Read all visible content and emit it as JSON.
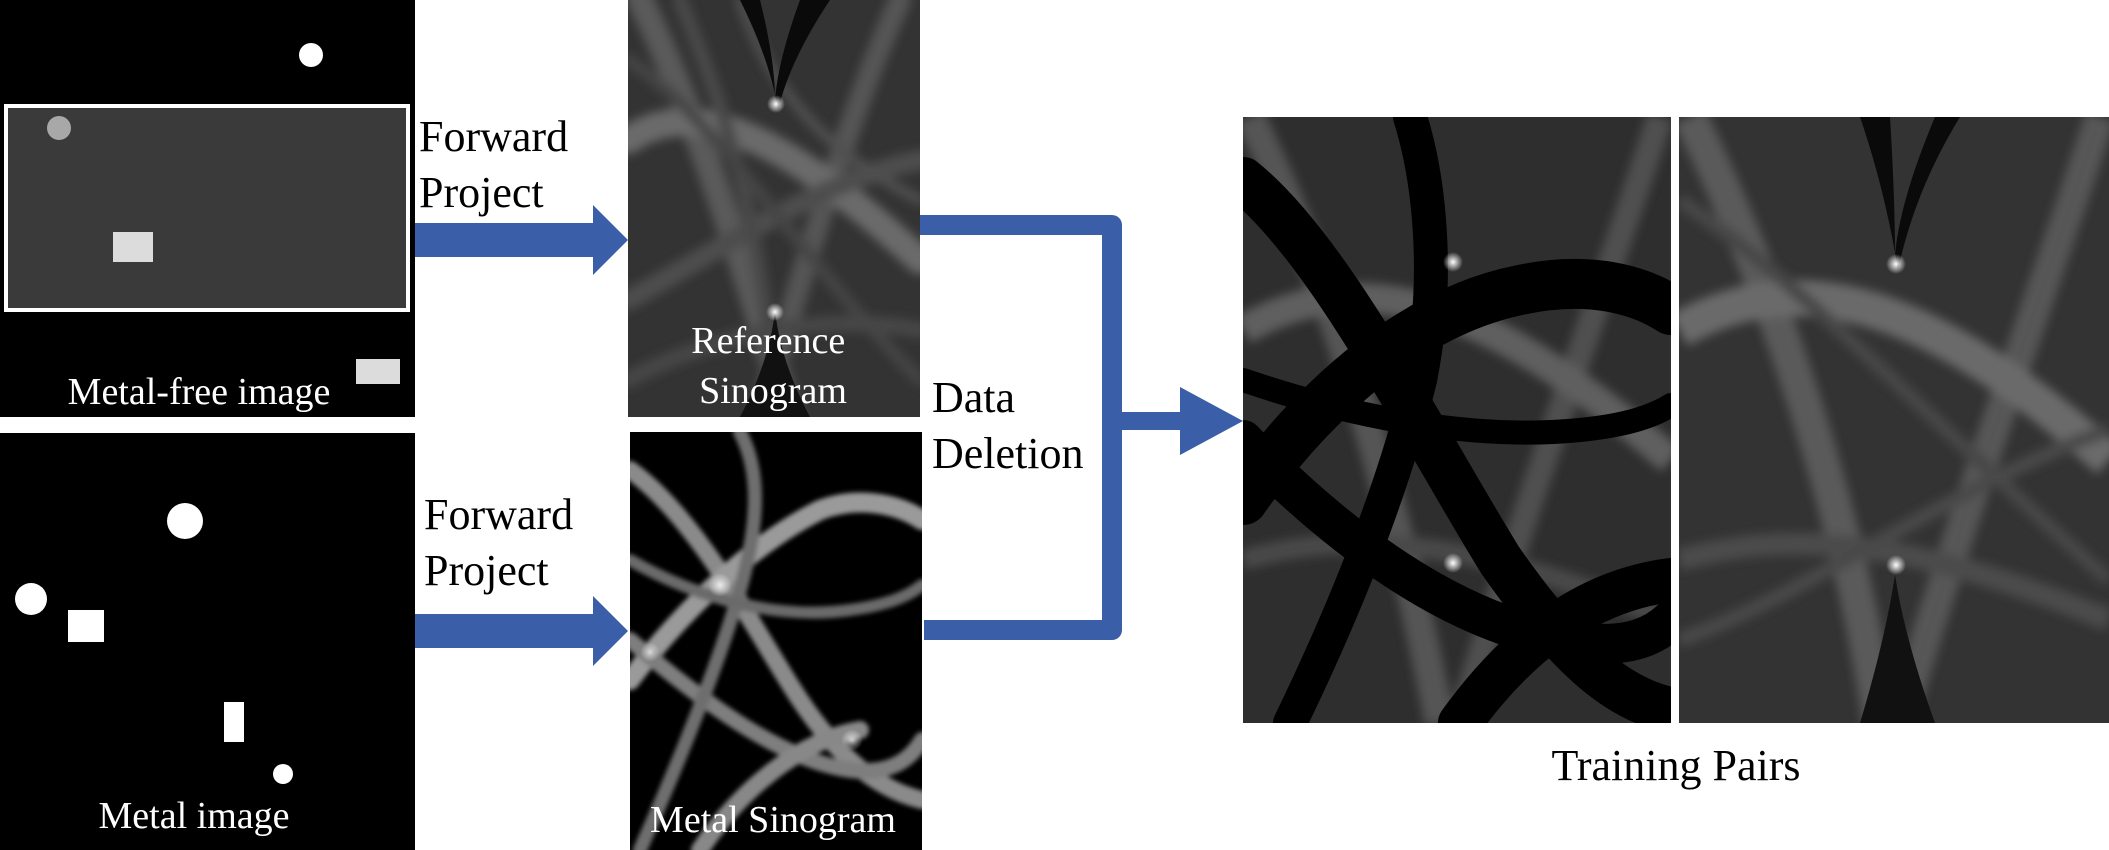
{
  "labels": {
    "forward_project_top": [
      "Forward",
      "Project"
    ],
    "forward_project_bottom": [
      "Forward",
      "Project"
    ],
    "data_deletion": [
      "Data",
      "Deletion"
    ],
    "metal_free_image": "Metal-free image",
    "metal_image": "Metal image",
    "reference_sinogram": [
      "Reference",
      "Sinogram"
    ],
    "metal_sinogram": "Metal Sinogram",
    "training_pairs": "Training Pairs"
  },
  "colors": {
    "arrow": "#3a5ea8",
    "panel_bg": "#000000",
    "phantom_body": "#3a3a3a",
    "label_text_on_dark": "#ffffff",
    "label_text_on_light": "#000000"
  }
}
